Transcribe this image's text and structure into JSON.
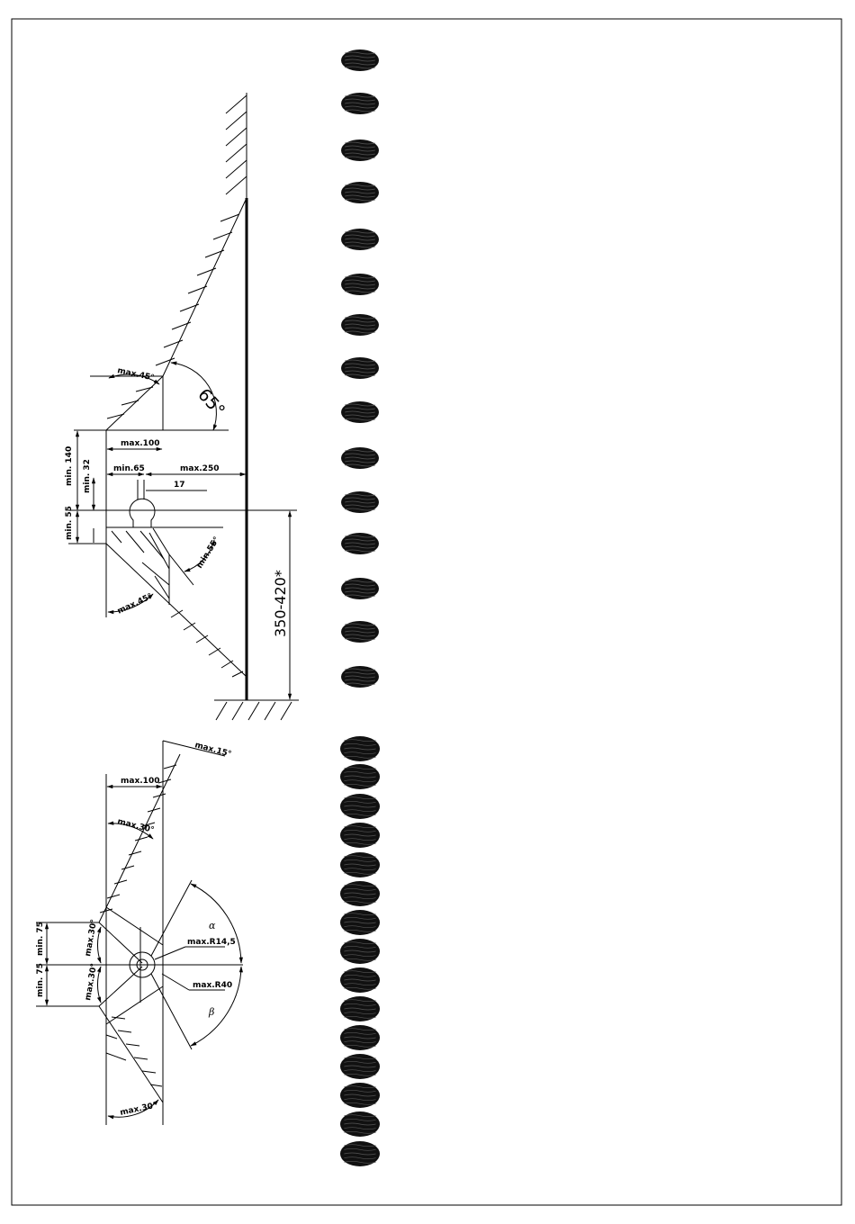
{
  "top_diagram": {
    "angle_65": "65°",
    "max45_top": "max.45°",
    "max100": "max.100",
    "min140": "min. 140",
    "min32": "min. 32",
    "min65": "min.65",
    "max250": "max.250",
    "dim17": "17",
    "min55_left": "min. 55",
    "min55_angle": "min.55°",
    "max45_bottom": "max.45°",
    "height_range": "350-420*"
  },
  "bottom_diagram": {
    "max15": "max.15°",
    "max100": "max.100",
    "max30_upper": "max.30°",
    "max30_side_upper": "max.30°",
    "min75_upper": "min. 75",
    "maxR14": "max.R14,5",
    "max30_side_lower": "max.30°",
    "min75_lower": "min. 75",
    "maxR40": "max.R40",
    "alpha": "α",
    "beta": "β",
    "max30_lower": "max.30°"
  },
  "spine_holes": {
    "upper_count": 15,
    "lower_count": 15
  }
}
